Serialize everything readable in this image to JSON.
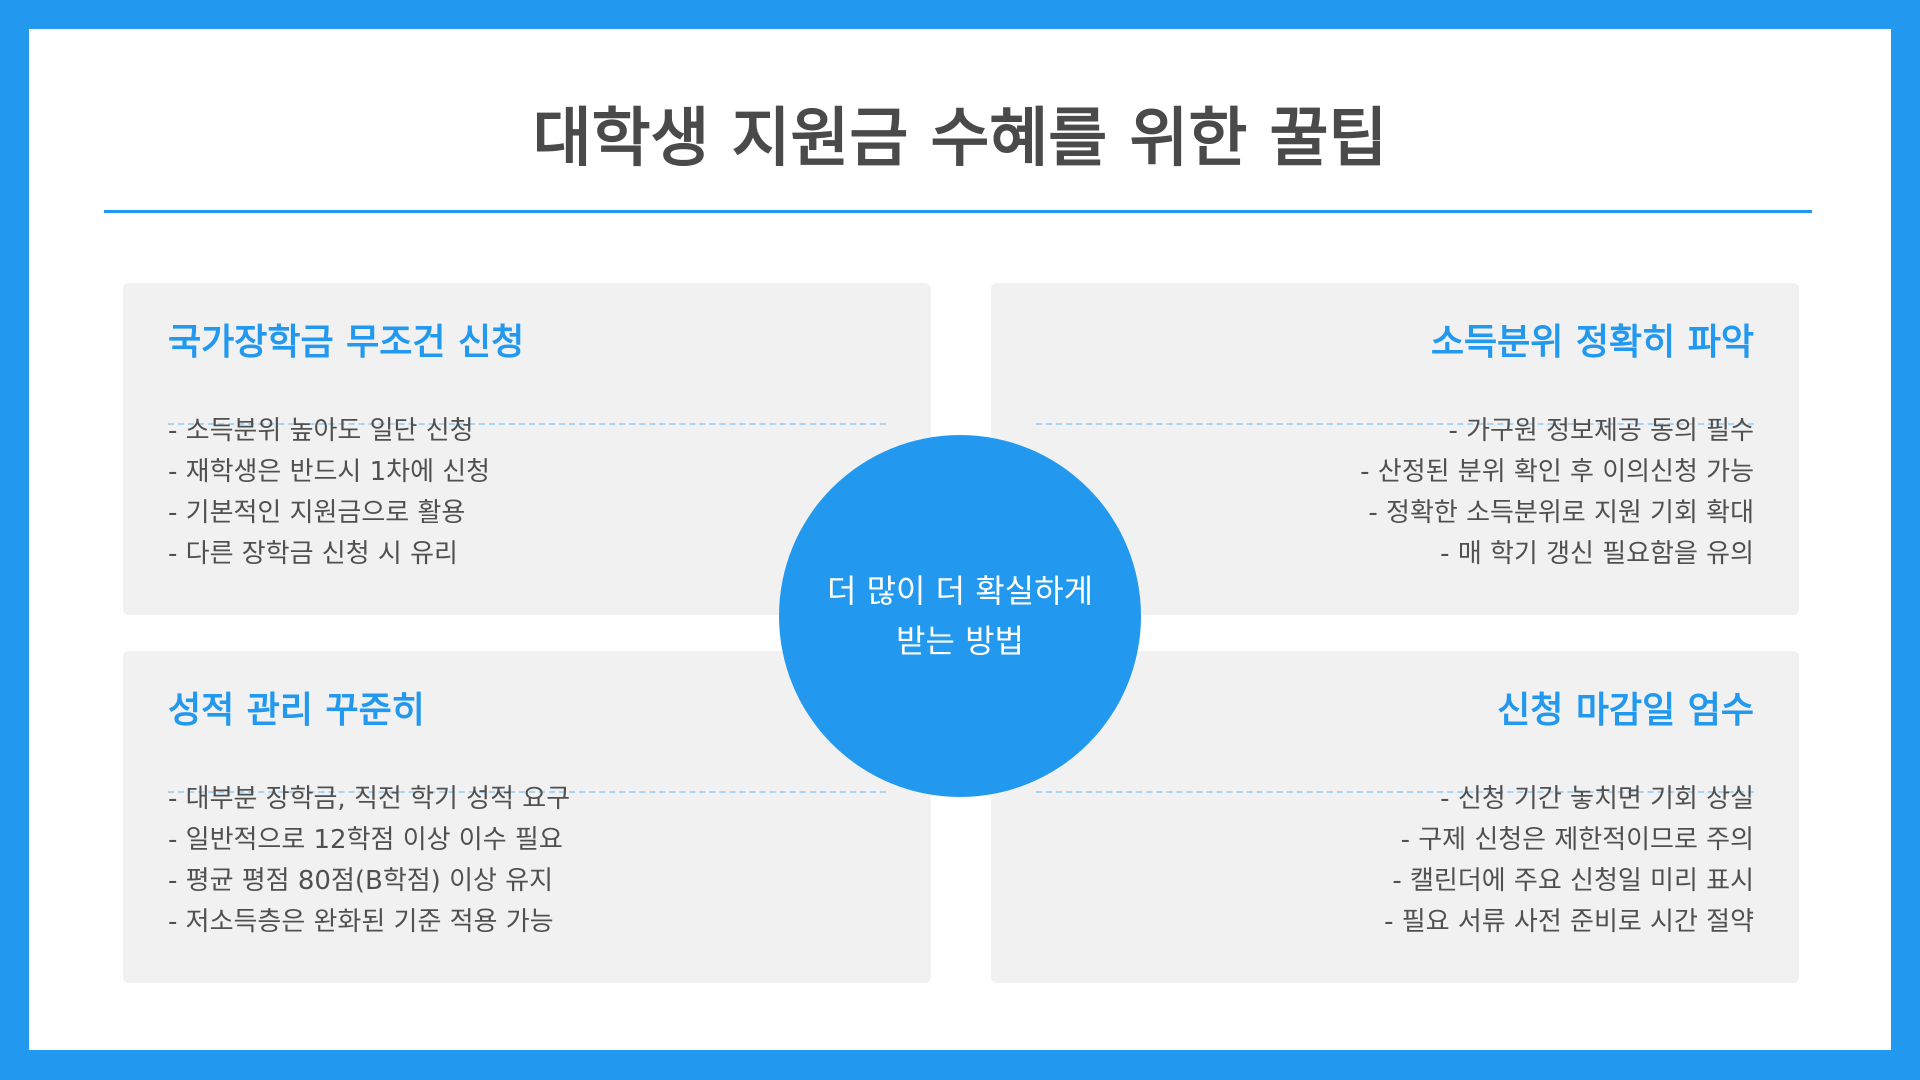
{
  "title": "대학생 지원금 수혜를 위한 꿀팁",
  "center": {
    "line1": "더 많이 더 확실하게",
    "line2": "받는 방법"
  },
  "cards": {
    "top_left": {
      "title": "국가장학금 무조건 신청",
      "items": [
        "- 소득분위 높아도 일단 신청",
        "- 재학생은 반드시 1차에 신청",
        "- 기본적인 지원금으로 활용",
        "- 다른 장학금 신청 시 유리"
      ]
    },
    "top_right": {
      "title": "소득분위 정확히 파악",
      "items": [
        "- 가구원 정보제공 동의 필수",
        "- 산정된 분위 확인 후 이의신청 가능",
        "- 정확한 소득분위로 지원 기회 확대",
        "- 매 학기 갱신 필요함을 유의"
      ]
    },
    "bottom_left": {
      "title": "성적 관리 꾸준히",
      "items": [
        "- 대부분 장학금, 직전 학기 성적 요구",
        "- 일반적으로 12학점 이상 이수 필요",
        "- 평균 평점 80점(B학점) 이상 유지",
        "- 저소득층은 완화된 기준 적용 가능"
      ]
    },
    "bottom_right": {
      "title": "신청 마감일 엄수",
      "items": [
        "- 신청 기간 놓치면 기회 상실",
        "- 구제 신청은 제한적이므로 주의",
        "- 캘린더에 주요 신청일 미리 표시",
        "- 필요 서류 사전 준비로 시간 절약"
      ]
    }
  },
  "colors": {
    "accent": "#2299ee",
    "card_bg": "#f1f1f1",
    "title_text": "#4a4a4a",
    "body_text": "#505050"
  }
}
